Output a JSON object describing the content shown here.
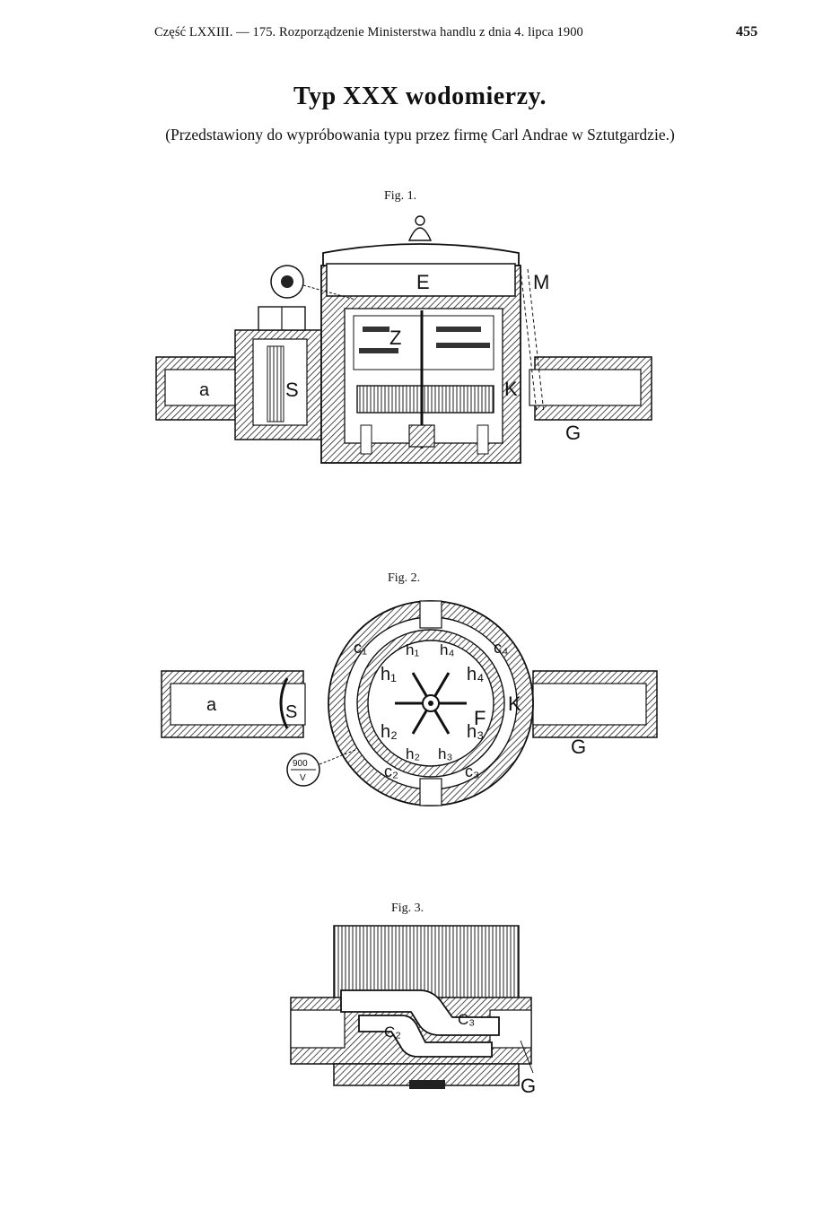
{
  "header": {
    "left": "Część LXXIII. — 175. Rozporządzenie Ministerstwa handlu z dnia 4. lipca 1900",
    "page_number": "455"
  },
  "title": "Typ XXX wodomierzy.",
  "subtitle": "(Przedstawiony do wypróbowania typu przez firmę Carl Andrae w Sztutgardzie.)",
  "figures": [
    {
      "caption": "Fig. 1.",
      "labels": {
        "E": "E",
        "M": "M",
        "Z": "Z",
        "S": "S",
        "a": "a",
        "K": "K",
        "G": "G"
      }
    },
    {
      "caption": "Fig. 2.",
      "labels": {
        "a": "a",
        "S": "S",
        "K": "K",
        "F": "F",
        "G": "G",
        "c1": "c₁",
        "c4": "c₄",
        "c2": "c₂",
        "c3": "c₃",
        "h1a": "h₁",
        "h1b": "h₁",
        "h4a": "h₄",
        "h4b": "h₄",
        "h2a": "h₂",
        "h2b": "h₂",
        "h3a": "h₃",
        "h3b": "h₃",
        "seal_top": "900",
        "seal_bottom": "V"
      }
    },
    {
      "caption": "Fig. 3.",
      "labels": {
        "c2": "C₂",
        "c3": "C₃",
        "G": "G"
      }
    }
  ]
}
